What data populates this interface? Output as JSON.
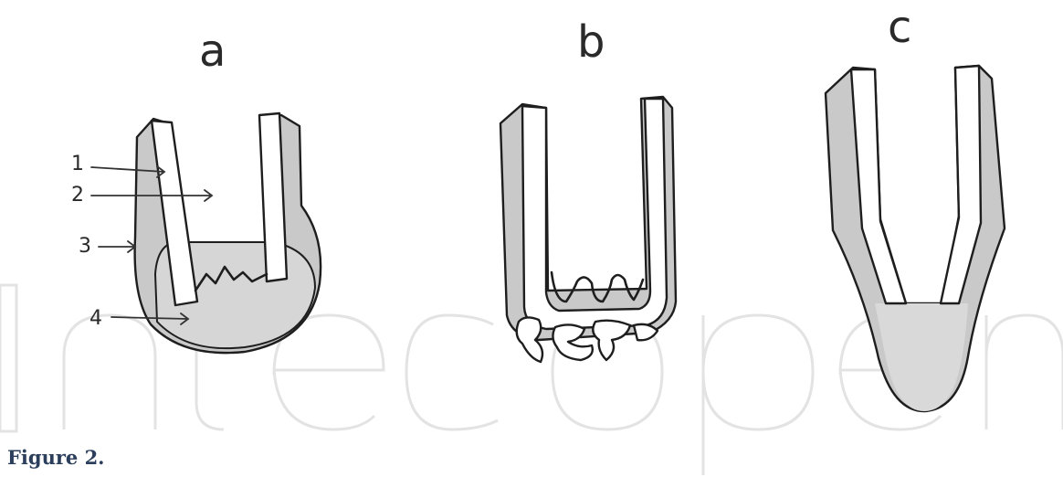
{
  "figure": {
    "caption": "Figure 2.",
    "watermark_colour": "#e3e3e3",
    "caption_colour": "#2b3f5c",
    "panels": [
      {
        "letter": "a",
        "labels": [
          "1",
          "2",
          "3",
          "4"
        ]
      },
      {
        "letter": "b"
      },
      {
        "letter": "c"
      }
    ]
  }
}
